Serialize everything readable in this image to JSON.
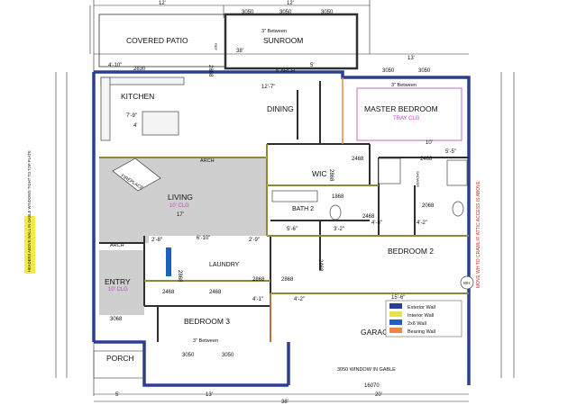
{
  "colors": {
    "exterior_wall": "#2b3f8f",
    "interior_wall": "#e8e24a",
    "wall_2x6": "#1f5fbf",
    "bearing_wall": "#e9864a",
    "living_fill": "#cfcfcf",
    "tray_line": "#c040c0",
    "dim_line": "#303030"
  },
  "rooms": {
    "covered_patio": "COVERED PATIO",
    "sunroom": "SUNROOM",
    "kitchen": "KITCHEN",
    "dining": "DINING",
    "master_bedroom": "MASTER BEDROOM",
    "master_ceiling": "TRAY CLG",
    "living": "LIVING",
    "living_ceiling": "10' CLG",
    "wic": "WIC",
    "bath2": "BATH 2",
    "bedroom2": "BEDROOM 2",
    "laundry": "LAUNDRY",
    "entry": "ENTRY",
    "entry_ceiling": "10' CLG",
    "bedroom3": "BEDROOM 3",
    "garage": "GARAGE",
    "porch": "PORCH",
    "fireplace": "FIREPLACE"
  },
  "labels": {
    "between_top": "3\" Between",
    "between_master": "3\" Between",
    "between_bottom": "3\" Between",
    "arch_kitchen": "5' ARCH",
    "arch_living": "ARCH",
    "arch_entry": "ARCH",
    "garage_window": "3050 WINDOW IN GABLE",
    "header_note": "HEADERS ABOVE WALL IN GABLE WINDOWS TIGHT TO TOP PLATE",
    "garage_note": "MOVE WH TO CRAWL IF ATTIC ACCESS IS ABOVE",
    "wh": "WH",
    "shower": "SHOWER",
    "ref": "REF"
  },
  "dimensions": {
    "top_12": "12'",
    "top_3050_a": "3050",
    "top_3050_b": "3050",
    "top_3050_c": "3050",
    "top_12b": "12'",
    "d_38_top": "38'",
    "d_13_top": "13'",
    "d_4_10": "4'-10\"",
    "d_2830": "2830",
    "d_2868_a": "2868",
    "d_12_7": "12'-7\"",
    "d_5": "5'",
    "d_3050_m1": "3050",
    "d_3050_m2": "3050",
    "d_7_9": "7'-9\"",
    "d_4": "4'",
    "d_10": "10'",
    "d_5_5": "5'-5\"",
    "d_2468_a": "2468",
    "d_2468_b": "2468",
    "d_1868": "1868",
    "d_2068": "2068",
    "d_2468_c": "2468",
    "d_4_8": "4'-8\"",
    "d_4_2a": "4'-2\"",
    "d_17": "17'",
    "d_5_6": "5'-6\"",
    "d_3_2": "3'-2\"",
    "d_2_8": "2'-8\"",
    "d_6_10": "6'-10\"",
    "d_2_9": "2'-9\"",
    "d_2868_b": "2868",
    "d_2868_c": "2868",
    "d_2468_d": "2468",
    "d_2468_e": "2468",
    "d_4_1": "4'-1\"",
    "d_4_2b": "4'-2\"",
    "d_15_6": "15'-6\"",
    "d_3068": "3068",
    "d_3050_b1": "3050",
    "d_3050_b2": "3050",
    "d_16070": "16070",
    "d_5_bot": "5'",
    "d_13_bot": "13'",
    "d_20_bot": "20'",
    "d_38_bot": "38'",
    "d_2868_w": "2868",
    "d_2868_x": "2868",
    "d_2468_f": "2468"
  },
  "legend": [
    {
      "label": "Exterior Wall",
      "color": "#2b3f8f"
    },
    {
      "label": "Interior Wall",
      "color": "#e8e24a"
    },
    {
      "label": "2x6 Wall",
      "color": "#1f5fbf"
    },
    {
      "label": "Bearing Wall",
      "color": "#e9864a"
    }
  ]
}
